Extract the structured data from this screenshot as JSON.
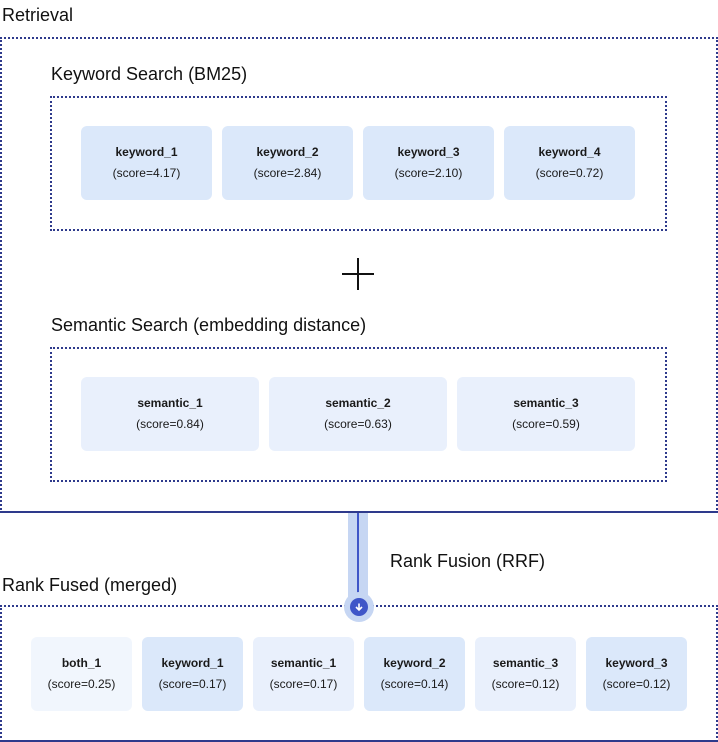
{
  "retrieval": {
    "title": "Retrieval",
    "keyword": {
      "title": "Keyword Search (BM25)",
      "items": [
        {
          "name": "keyword_1",
          "score": "(score=4.17)"
        },
        {
          "name": "keyword_2",
          "score": "(score=2.84)"
        },
        {
          "name": "keyword_3",
          "score": "(score=2.10)"
        },
        {
          "name": "keyword_4",
          "score": "(score=0.72)"
        }
      ]
    },
    "semantic": {
      "title": "Semantic Search (embedding distance)",
      "items": [
        {
          "name": "semantic_1",
          "score": "(score=0.84)"
        },
        {
          "name": "semantic_2",
          "score": "(score=0.63)"
        },
        {
          "name": "semantic_3",
          "score": "(score=0.59)"
        }
      ]
    }
  },
  "fusion": {
    "label": "Rank Fusion (RRF)"
  },
  "fused": {
    "title": "Rank Fused (merged)",
    "items": [
      {
        "name": "both_1",
        "score": "(score=0.25)",
        "source": "both"
      },
      {
        "name": "keyword_1",
        "score": "(score=0.17)",
        "source": "keyword"
      },
      {
        "name": "semantic_1",
        "score": "(score=0.17)",
        "source": "semantic"
      },
      {
        "name": "keyword_2",
        "score": "(score=0.14)",
        "source": "keyword"
      },
      {
        "name": "semantic_3",
        "score": "(score=0.12)",
        "source": "semantic"
      },
      {
        "name": "keyword_3",
        "score": "(score=0.12)",
        "source": "keyword"
      }
    ]
  },
  "colors": {
    "border": "#2e3a8c",
    "keyword_card": "#dbe8fa",
    "semantic_card": "#e9f0fc",
    "both_card": "#f1f6fd",
    "fusion_accent": "#3f56c8"
  }
}
